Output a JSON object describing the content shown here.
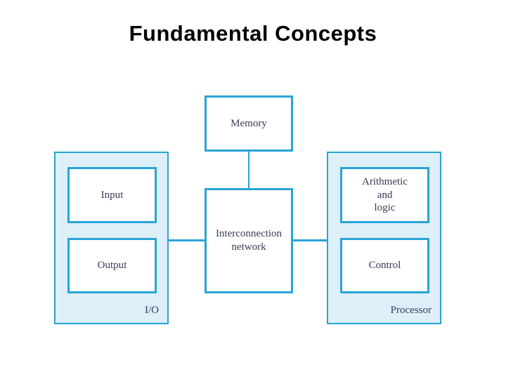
{
  "slide": {
    "title": "Fundamental Concepts"
  },
  "diagram": {
    "memory": {
      "label": "Memory"
    },
    "interconnection": {
      "lines": [
        "Interconnection",
        "network"
      ]
    },
    "io_group": {
      "caption": "I/O",
      "input_label": "Input",
      "output_label": "Output"
    },
    "processor_group": {
      "caption": "Processor",
      "alu_lines": [
        "Arithmetic",
        "and",
        "logic"
      ],
      "control_label": "Control"
    },
    "colors": {
      "accent_border": "#29a4d6",
      "group_fill": "#ddeff8",
      "diagram_text": "#363c52",
      "title_text": "#000000"
    }
  }
}
